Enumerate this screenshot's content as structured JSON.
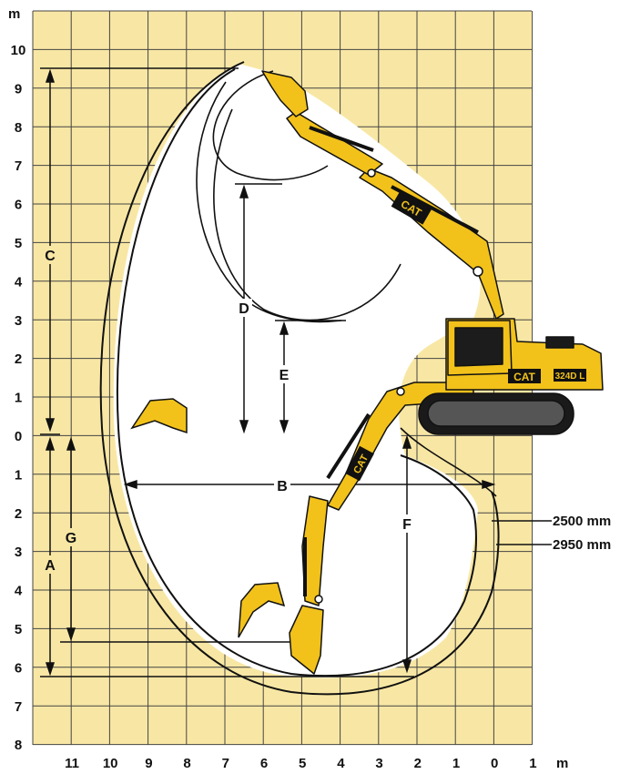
{
  "units": {
    "vertical": "m",
    "horizontal": "m"
  },
  "y_axis_ticks": [
    "10",
    "9",
    "8",
    "7",
    "6",
    "5",
    "4",
    "3",
    "2",
    "1",
    "0",
    "1",
    "2",
    "3",
    "4",
    "5",
    "6",
    "7",
    "8"
  ],
  "x_axis_ticks": [
    "11",
    "10",
    "9",
    "8",
    "7",
    "6",
    "5",
    "4",
    "3",
    "2",
    "1",
    "0",
    "1"
  ],
  "dimensions": {
    "A": "A",
    "B": "B",
    "C": "C",
    "D": "D",
    "E": "E",
    "F": "F",
    "G": "G"
  },
  "callouts": {
    "stick_short": "2500 mm",
    "stick_long": "2950 mm"
  },
  "machine": {
    "brand": "CAT",
    "model": "324D L"
  },
  "colors": {
    "grid_bg": "#f8e7a4",
    "grid_line": "#3a3a3a",
    "machine_yellow": "#f2c21b",
    "outline": "#111111"
  }
}
